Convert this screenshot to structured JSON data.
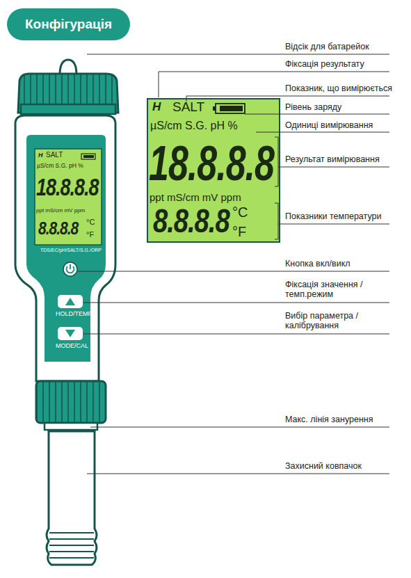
{
  "diagram": {
    "title": "Конфігурація",
    "labels": [
      "Відсік для батарейок",
      "Фіксація результату",
      "Показник, що вимірюється",
      "Рівень заряду",
      "Одиниці вимірювання",
      "Результат вимірювання",
      "Показники температури",
      "Кнопка вкл/викл",
      "Фіксація значення / темп.режим",
      "Вибір параметра / калібрування",
      "Макс. лінія занурення",
      "Захисний ковпачок",
      "H",
      "SALT",
      "µS/cm S.G. pH %",
      "18.8.8.8",
      "ppt mS/cm mV ppm",
      "8.8.8.8",
      "°C",
      "°F",
      "H",
      "SALT",
      "µS/cm S.G. pH %",
      "18.8.8.8",
      "ppt mS/cm mV ppm",
      "8.8.8.8",
      "°C",
      "°F",
      "TDS/EC/pH/SALT/S.G./ORP",
      "HOLD/TEMP",
      "MODE/CAL"
    ]
  }
}
